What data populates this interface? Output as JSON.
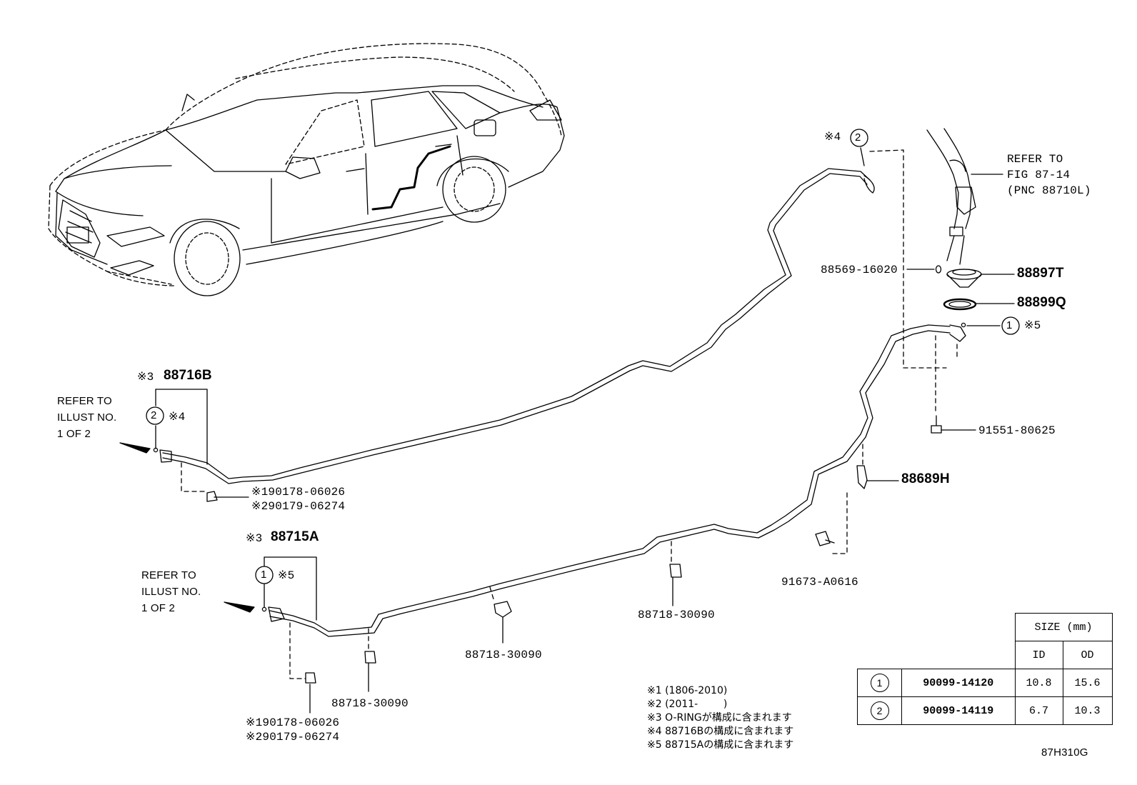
{
  "parts": {
    "hose_88716b": "88716B",
    "hose_88715a": "88715A",
    "o_ring_88569": "88569-16020",
    "grommet_88897t": "88897T",
    "packing_88899q": "88899Q",
    "bolt_91551": "91551-80625",
    "clamp_88689h": "88689H",
    "bolt_91673": "91673-A0616",
    "clamp_mid": "88718-30090",
    "clamp_center": "88718-30090",
    "clamp_left": "88718-30090",
    "plug_upper_1": "90178-06026",
    "plug_upper_2": "90179-06274",
    "plug_lower_1": "90178-06026",
    "plug_lower_2": "90179-06274"
  },
  "marks": {
    "m1": "※1",
    "m2": "※2",
    "m3": "※3",
    "m4": "※4",
    "m5": "※5",
    "c1": "1",
    "c2": "2"
  },
  "refs": {
    "upper_left": "REFER TO\nILLUST NO.\n1 OF 2",
    "lower_left": "REFER TO\nILLUST NO.\n1 OF 2",
    "upper_right": "REFER TO\nFIG 87-14\n(PNC 88710L)"
  },
  "notes": [
    "※1 (1806-2010)",
    "※2 (2011-        )",
    "※3 O-RINGが構成に含まれます",
    "※4 88716Bの構成に含まれます",
    "※5 88715Aの構成に含まれます"
  ],
  "size_table": {
    "header": "SIZE (mm)",
    "col_id": "ID",
    "col_od": "OD",
    "rows": [
      {
        "mark": "1",
        "part": "90099-14120",
        "id": "10.8",
        "od": "15.6"
      },
      {
        "mark": "2",
        "part": "90099-14119",
        "id": "6.7",
        "od": "10.3"
      }
    ]
  },
  "figure_code": "87H310G"
}
